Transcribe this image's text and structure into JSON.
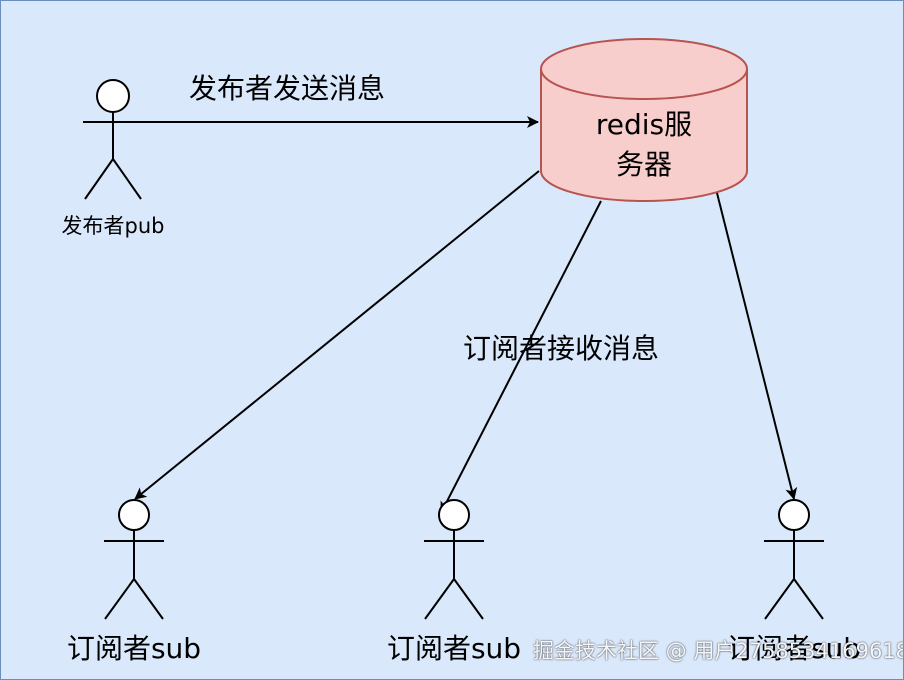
{
  "diagram": {
    "publisher": {
      "label": "发布者pub"
    },
    "publish_edge_label": "发布者发送消息",
    "server": {
      "label_line1": "redis服",
      "label_line2": "务器"
    },
    "subscribe_edge_label": "订阅者接收消息",
    "subscribers": [
      {
        "label": "订阅者sub"
      },
      {
        "label": "订阅者sub"
      },
      {
        "label": "订阅者sub"
      }
    ]
  },
  "watermark": {
    "text": "掘金技术社区 @ 用户2758534169618"
  },
  "colors": {
    "canvas_fill": "#dae8fc",
    "canvas_border": "#6c8ebf",
    "server_fill": "#f8cecc",
    "server_stroke": "#b85450",
    "line": "#000000",
    "actor_fill": "#ffffff"
  }
}
